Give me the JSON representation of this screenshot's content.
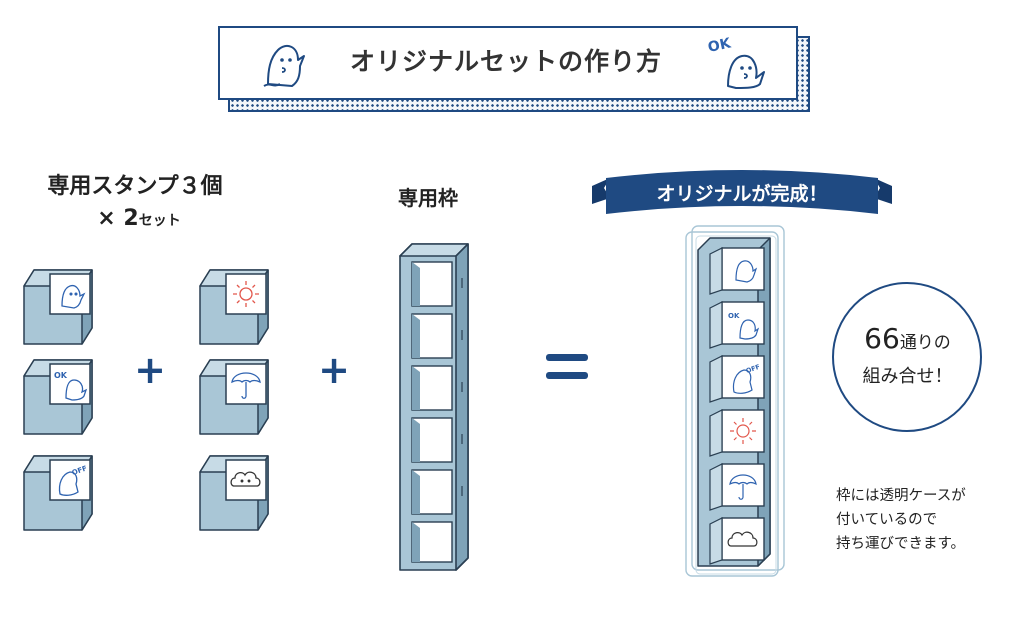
{
  "banner": {
    "title": "オリジナルセットの作り方"
  },
  "stamps": {
    "label_line1": "専用スタンプ３個",
    "label_line2_main": "× 2",
    "label_line2_suffix": "セット"
  },
  "frame": {
    "label": "専用枠"
  },
  "result": {
    "ribbon": "オリジナルが完成！",
    "circle_number": "66",
    "circle_line1_suffix": "通りの",
    "circle_line2": "組み合せ！",
    "note_lines": [
      "枠には透明ケースが",
      "付いているので",
      "持ち運びできます。"
    ]
  },
  "operators": {
    "plus": "+"
  },
  "icons": {
    "ghost_wave": "ghost-wave-icon",
    "ghost_ok": "ghost-ok-icon",
    "ghost_off": "ghost-off-icon",
    "sun": "sun-icon",
    "umbrella": "umbrella-icon",
    "cloud": "cloud-icon"
  },
  "colors": {
    "navy": "#1f4a82",
    "stamp_blue": "#a9c6d6",
    "stamp_dark": "#7fa3b8",
    "sun_red": "#e2574c",
    "ink_blue": "#2f63b0"
  }
}
